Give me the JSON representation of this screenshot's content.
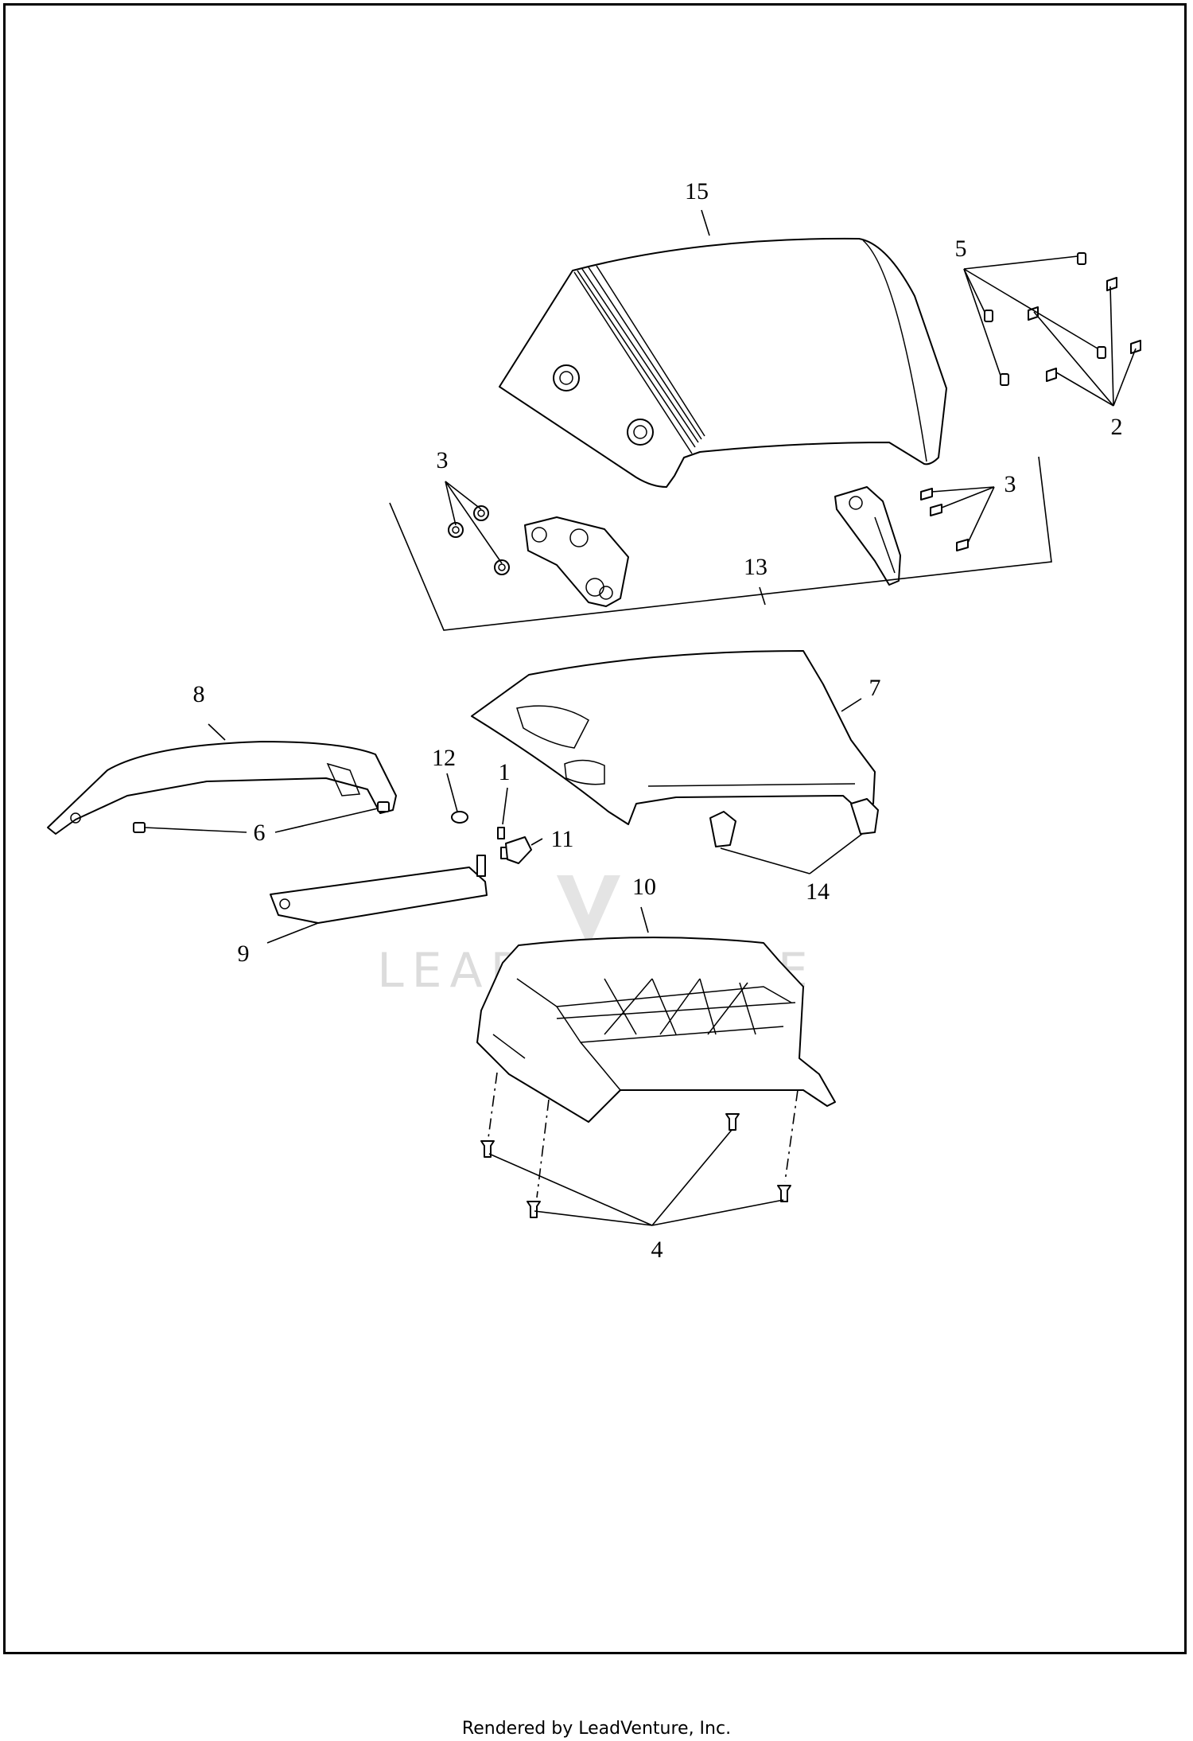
{
  "diagram": {
    "watermark": "LEADVENTURE",
    "callouts": {
      "c1": "1",
      "c2": "2",
      "c3a": "3",
      "c3b": "3",
      "c4": "4",
      "c5": "5",
      "c6": "6",
      "c7": "7",
      "c8": "8",
      "c9": "9",
      "c10": "10",
      "c11": "11",
      "c12": "12",
      "c13": "13",
      "c14": "14",
      "c15": "15"
    }
  },
  "footer": {
    "credit": "Rendered by LeadVenture, Inc."
  }
}
